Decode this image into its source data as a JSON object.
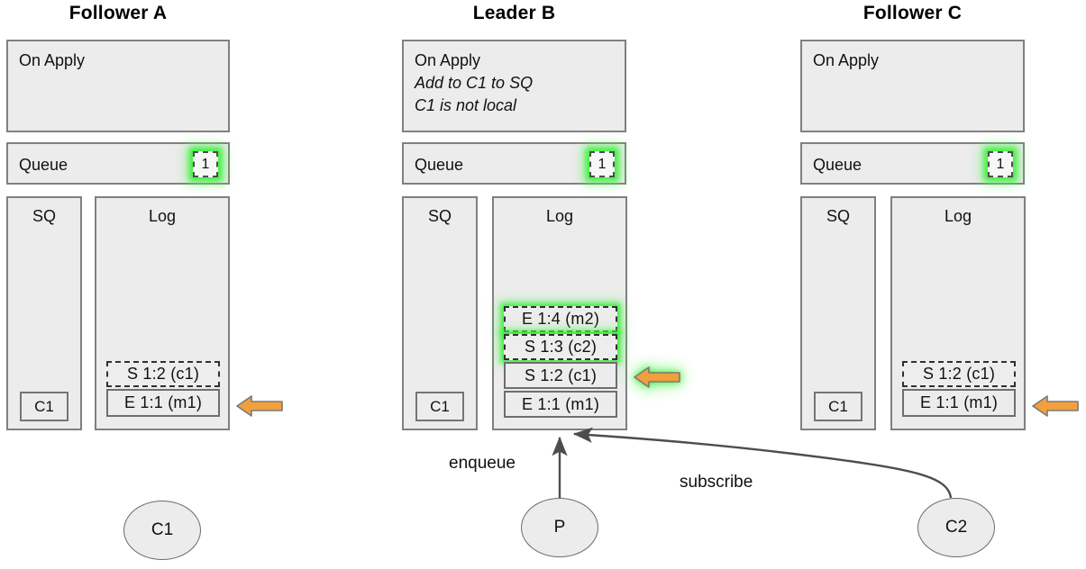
{
  "diagram": {
    "title_font_note": "",
    "colors": {
      "panel_fill": "#ECECEC",
      "panel_border": "#808080",
      "arrow_orange": "#F0A03C",
      "glow_green": "#3CF03C",
      "edge_gray": "#4D4D4D"
    }
  },
  "columns": [
    {
      "id": "follower-a",
      "title": "Follower A",
      "on_apply": {
        "label": "On Apply",
        "notes": []
      },
      "queue": {
        "label": "Queue",
        "badge_value": "1",
        "badge_glow": true
      },
      "sq": {
        "label": "SQ",
        "items": [
          "C1"
        ]
      },
      "log": {
        "label": "Log",
        "entries": [
          {
            "text": "S 1:2 (c1)",
            "style": "dashed",
            "glow": false
          },
          {
            "text": "E 1:1 (m1)",
            "style": "solid",
            "glow": false
          }
        ]
      },
      "pointer_arrow": {
        "present": true,
        "glow": false,
        "target": "E 1:1 (m1)"
      },
      "client": "C1"
    },
    {
      "id": "leader-b",
      "title": "Leader B",
      "on_apply": {
        "label": "On Apply",
        "notes": [
          "Add to C1 to SQ",
          "C1 is not local"
        ]
      },
      "queue": {
        "label": "Queue",
        "badge_value": "1",
        "badge_glow": true
      },
      "sq": {
        "label": "SQ",
        "items": [
          "C1"
        ]
      },
      "log": {
        "label": "Log",
        "entries": [
          {
            "text": "E 1:4 (m2)",
            "style": "dashed",
            "glow": true
          },
          {
            "text": "S 1:3 (c2)",
            "style": "dashed",
            "glow": true
          },
          {
            "text": "S 1:2 (c1)",
            "style": "solid",
            "glow": false
          },
          {
            "text": "E 1:1 (m1)",
            "style": "solid",
            "glow": false
          }
        ]
      },
      "pointer_arrow": {
        "present": true,
        "glow": true,
        "target": "S 1:2 (c1)"
      },
      "client": "P"
    },
    {
      "id": "follower-c",
      "title": "Follower C",
      "on_apply": {
        "label": "On Apply",
        "notes": []
      },
      "queue": {
        "label": "Queue",
        "badge_value": "1",
        "badge_glow": true
      },
      "sq": {
        "label": "SQ",
        "items": [
          "C1"
        ]
      },
      "log": {
        "label": "Log",
        "entries": [
          {
            "text": "S 1:2 (c1)",
            "style": "dashed",
            "glow": false
          },
          {
            "text": "E 1:1 (m1)",
            "style": "solid",
            "glow": false
          }
        ]
      },
      "pointer_arrow": {
        "present": true,
        "glow": false,
        "target": "E 1:1 (m1)"
      },
      "client": "C2"
    }
  ],
  "edges": [
    {
      "id": "enqueue",
      "label": "enqueue",
      "from": "P",
      "to": "leader-b-log",
      "shape": "straight"
    },
    {
      "id": "subscribe",
      "label": "subscribe",
      "from": "C2",
      "to": "leader-b-log",
      "shape": "curved"
    }
  ]
}
